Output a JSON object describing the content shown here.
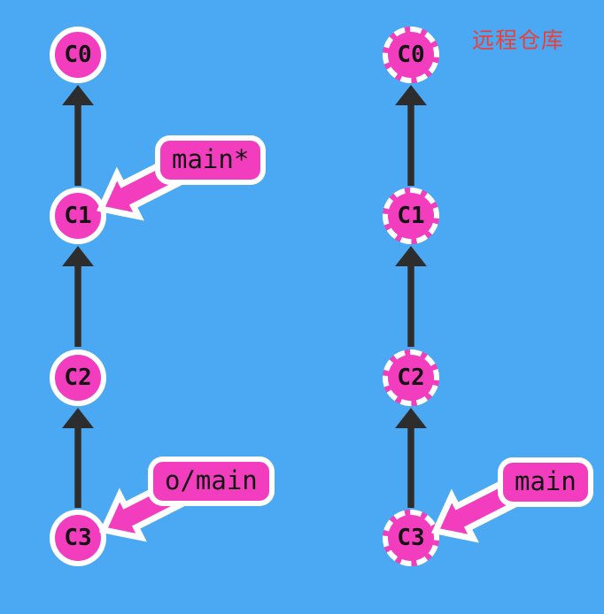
{
  "diagram": {
    "remote_repo_title": "远程仓库",
    "local": {
      "commits": [
        "C0",
        "C1",
        "C2",
        "C3"
      ],
      "branch_labels": [
        {
          "text": "main*",
          "points_to": "C1"
        },
        {
          "text": "o/main",
          "points_to": "C3"
        }
      ]
    },
    "remote": {
      "commits": [
        "C0",
        "C1",
        "C2",
        "C3"
      ],
      "branch_labels": [
        {
          "text": "main",
          "points_to": "C3"
        }
      ]
    }
  },
  "colors": {
    "background": "#4BA8F2",
    "commit_pink": "#F23EBE",
    "outline_white": "#FFFFFF",
    "edge_arrow_dark": "#2D2D2D",
    "remote_title_red": "#E8413C"
  }
}
